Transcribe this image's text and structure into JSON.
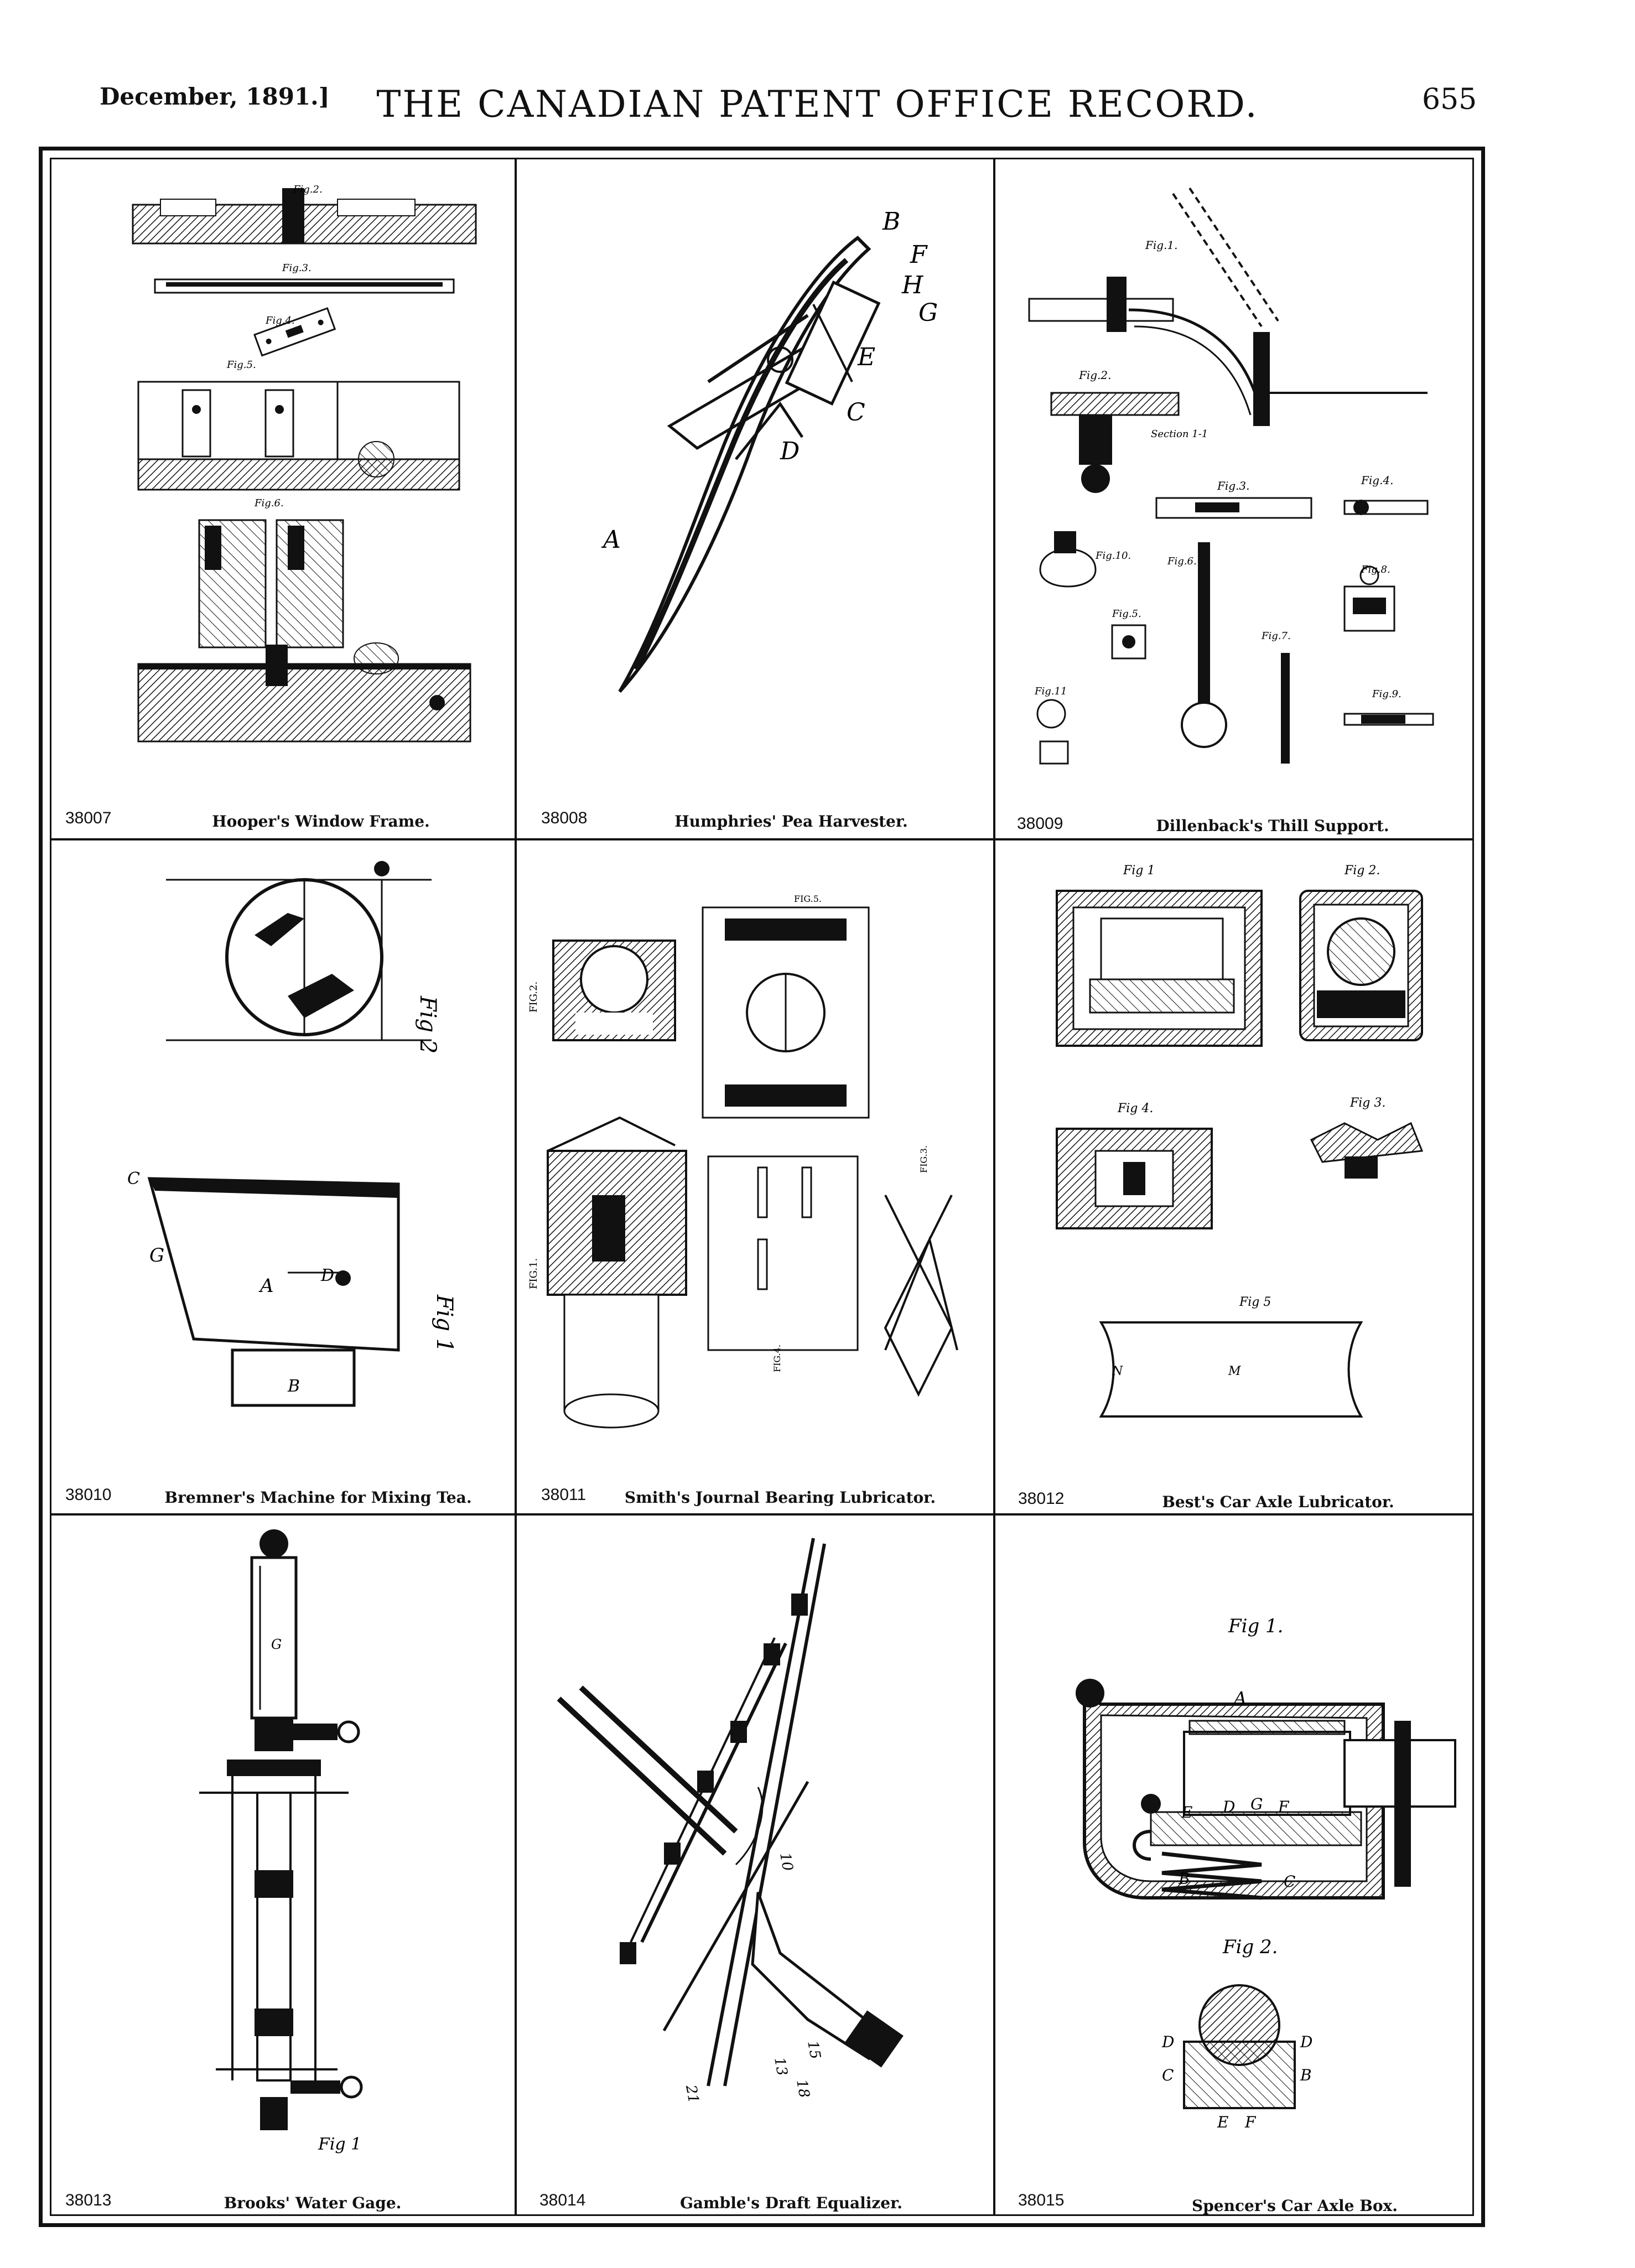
{
  "header": {
    "date": "December, 1891.]",
    "title": "THE CANADIAN PATENT OFFICE RECORD.",
    "page_number": "655"
  },
  "patents": [
    {
      "number": "38007",
      "caption": "Hooper's Window Frame."
    },
    {
      "number": "38008",
      "caption": "Humphries' Pea Harvester."
    },
    {
      "number": "38009",
      "caption": "Dillenback's Thill Support."
    },
    {
      "number": "38010",
      "caption": "Bremner's Machine for Mixing Tea."
    },
    {
      "number": "38011",
      "caption": "Smith's Journal Bearing Lubricator."
    },
    {
      "number": "38012",
      "caption": "Best's Car Axle Lubricator."
    },
    {
      "number": "38013",
      "caption": "Brooks' Water Gage."
    },
    {
      "number": "38014",
      "caption": "Gamble's Draft Equalizer."
    },
    {
      "number": "38015",
      "caption": "Spencer's Car Axle Box."
    }
  ],
  "figure_labels": {
    "hooper": [
      "Fig.2.",
      "Fig.3.",
      "Fig.4.",
      "Fig.5.",
      "Fig.6."
    ],
    "humphries": [
      "B",
      "F",
      "H",
      "G",
      "E",
      "C",
      "D",
      "A"
    ],
    "dillenback": [
      "Fig.1.",
      "Fig.2.",
      "Section 1-1",
      "Fig.3.",
      "Fig.4.",
      "Fig.10.",
      "Fig.6.",
      "Fig.8.",
      "Fig.5.",
      "Fig.7.",
      "Fig.11",
      "Fig.9."
    ],
    "bremner": [
      "Fig 2",
      "Fig 1",
      "A",
      "G",
      "C",
      "D",
      "B"
    ],
    "smith": [
      "FIG.2.",
      "FIG.5.",
      "FIG.1.",
      "FIG.3.",
      "FIG.4."
    ],
    "best": [
      "Fig 1",
      "Fig 2.",
      "Fig 4.",
      "Fig 3.",
      "Fig 5",
      "M",
      "N"
    ],
    "brooks": [
      "G",
      "Fig 1"
    ],
    "gamble": [
      "10",
      "13",
      "15",
      "18",
      "21"
    ],
    "spencer": [
      "Fig 1.",
      "Fig 2.",
      "A",
      "B",
      "C",
      "D",
      "E",
      "F",
      "G"
    ]
  }
}
